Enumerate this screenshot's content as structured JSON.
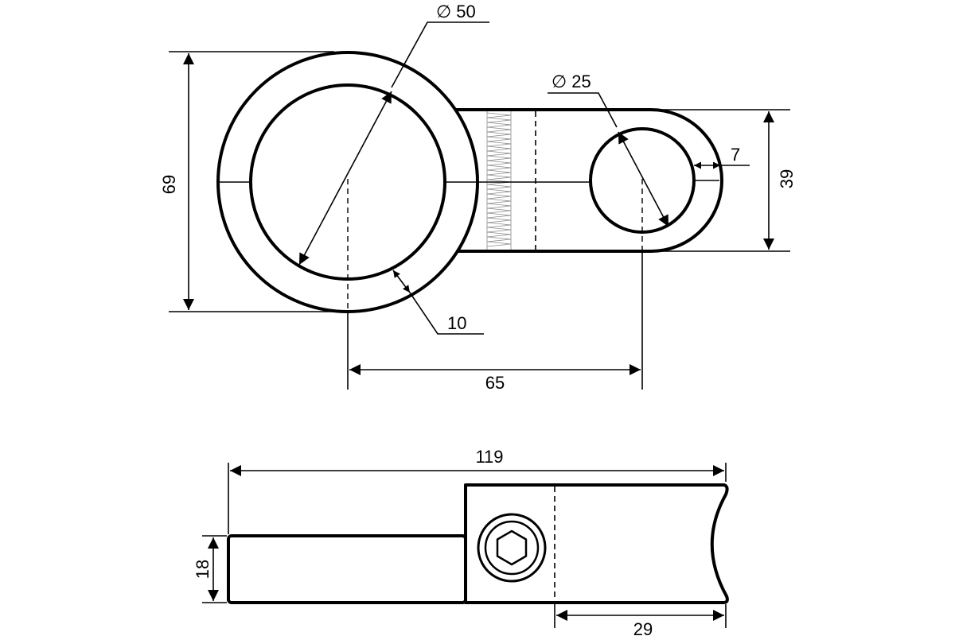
{
  "top_view": {
    "large_ring_diameter": "∅ 50",
    "ring_wall": "10",
    "overall_height": "69",
    "small_hole_diameter": "∅ 25",
    "end_wall": "7",
    "arm_height": "39",
    "center_distance": "65"
  },
  "side_view": {
    "overall_length": "119",
    "strip_thickness": "18",
    "end_length": "29",
    "bolt_head": "hex-socket-bolt-icon"
  }
}
